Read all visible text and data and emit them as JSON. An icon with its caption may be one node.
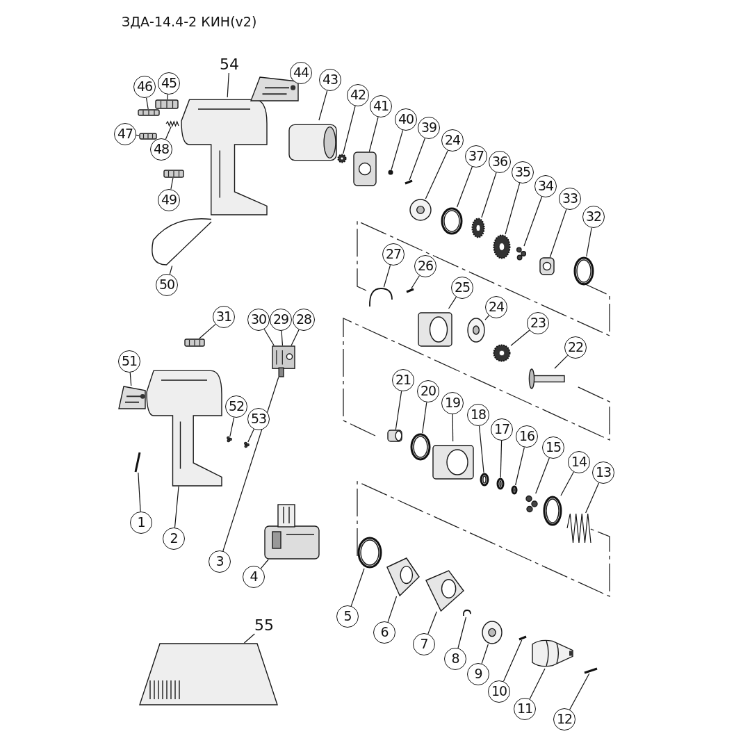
{
  "diagram": {
    "title": "ЗДА-14.4-2 КИН(v2)",
    "nodes": [
      {
        "text": [
          "54"
        ]
      },
      {
        "text": [],
        "shape": "picture"
      },
      {
        "text": [
          "44"
        ]
      },
      {
        "text": [],
        "shape": "picture"
      },
      {
        "text": [
          "46"
        ]
      },
      {
        "text": [],
        "shape": "picture"
      },
      {
        "text": [
          "45"
        ]
      },
      {
        "text": [],
        "shape": "picture"
      },
      {
        "text": [
          "43"
        ]
      },
      {
        "text": [],
        "shape": "picture"
      },
      {
        "text": [
          "42"
        ]
      },
      {
        "text": [],
        "shape": "picture"
      },
      {
        "text": [
          "41"
        ]
      },
      {
        "text": [],
        "shape": "picture"
      },
      {
        "text": [
          "40"
        ]
      },
      {
        "text": [],
        "shape": "picture"
      },
      {
        "text": [
          "39"
        ]
      },
      {
        "text": [],
        "shape": "picture"
      },
      {
        "text": [
          "47"
        ]
      },
      {
        "text": [],
        "shape": "picture"
      },
      {
        "text": [
          "48"
        ]
      },
      {
        "text": [],
        "shape": "picture"
      },
      {
        "text": [
          "24"
        ]
      },
      {
        "text": [],
        "shape": "picture"
      },
      {
        "text": [
          "37"
        ]
      },
      {
        "text": [],
        "shape": "picture"
      },
      {
        "text": [
          "49"
        ]
      },
      {
        "text": [],
        "shape": "picture"
      },
      {
        "text": [
          "36"
        ]
      },
      {
        "text": [],
        "shape": "picture"
      },
      {
        "text": [
          "35"
        ]
      },
      {
        "text": [],
        "shape": "picture"
      },
      {
        "text": [
          "34"
        ]
      },
      {
        "text": [],
        "shape": "picture"
      },
      {
        "text": [
          "33"
        ]
      },
      {
        "text": [],
        "shape": "picture"
      },
      {
        "text": [
          "32"
        ]
      },
      {
        "text": [],
        "shape": "picture"
      },
      {
        "text": [
          "27"
        ]
      },
      {
        "text": [],
        "shape": "picture"
      },
      {
        "text": [
          "26"
        ]
      },
      {
        "text": [],
        "shape": "picture"
      },
      {
        "text": [
          "50"
        ]
      },
      {
        "text": [],
        "shape": "picture"
      },
      {
        "text": [
          "25"
        ]
      },
      {
        "text": [],
        "shape": "picture"
      },
      {
        "text": [
          "24"
        ]
      },
      {
        "text": [],
        "shape": "picture"
      },
      {
        "text": [
          "31"
        ]
      },
      {
        "text": [],
        "shape": "picture"
      },
      {
        "text": [
          "30"
        ]
      },
      {
        "text": [],
        "shape": "picture"
      },
      {
        "text": [
          "29"
        ]
      },
      {
        "text": [
          "28"
        ]
      },
      {
        "text": [
          "23"
        ]
      },
      {
        "text": [],
        "shape": "picture"
      },
      {
        "text": [
          "22"
        ]
      },
      {
        "text": [],
        "shape": "picture"
      },
      {
        "text": [
          "51"
        ]
      },
      {
        "text": [],
        "shape": "picture"
      },
      {
        "text": [
          "21"
        ]
      },
      {
        "text": [],
        "shape": "picture"
      },
      {
        "text": [
          "20"
        ]
      },
      {
        "text": [],
        "shape": "picture"
      },
      {
        "text": [
          "19"
        ]
      },
      {
        "text": [],
        "shape": "picture"
      },
      {
        "text": [
          "18"
        ]
      },
      {
        "text": [],
        "shape": "picture"
      },
      {
        "text": [
          "17"
        ]
      },
      {
        "text": [],
        "shape": "picture"
      },
      {
        "text": [
          "16"
        ]
      },
      {
        "text": [],
        "shape": "picture"
      },
      {
        "text": [
          "15"
        ]
      },
      {
        "text": [],
        "shape": "picture"
      },
      {
        "text": [
          "14"
        ]
      },
      {
        "text": [],
        "shape": "picture"
      },
      {
        "text": [
          "52"
        ]
      },
      {
        "text": [],
        "shape": "picture"
      },
      {
        "text": [
          "53"
        ]
      },
      {
        "text": [],
        "shape": "picture"
      },
      {
        "text": [
          "13"
        ]
      },
      {
        "text": [],
        "shape": "picture"
      },
      {
        "text": [
          "1"
        ]
      },
      {
        "text": [],
        "shape": "picture"
      },
      {
        "text": [
          "2"
        ]
      },
      {
        "text": [],
        "shape": "picture"
      },
      {
        "text": [
          "3"
        ]
      },
      {
        "text": [
          "4"
        ]
      },
      {
        "text": [],
        "shape": "picture"
      },
      {
        "text": [
          "5"
        ]
      },
      {
        "text": [],
        "shape": "picture"
      },
      {
        "text": [
          "6"
        ]
      },
      {
        "text": [],
        "shape": "picture"
      },
      {
        "text": [
          "7"
        ]
      },
      {
        "text": [],
        "shape": "picture"
      },
      {
        "text": [
          "8"
        ]
      },
      {
        "text": [],
        "shape": "picture"
      },
      {
        "text": [
          "55"
        ]
      },
      {
        "text": [],
        "shape": "picture"
      },
      {
        "text": [
          "9"
        ]
      },
      {
        "text": [],
        "shape": "picture"
      },
      {
        "text": [
          "10"
        ]
      },
      {
        "text": [],
        "shape": "picture"
      },
      {
        "text": [
          "11"
        ]
      },
      {
        "text": [],
        "shape": "picture"
      },
      {
        "text": [
          "12"
        ]
      },
      {
        "text": [],
        "shape": "picture"
      }
    ],
    "edges": [
      {
        "from": 0,
        "to": 1,
        "arrow": "none"
      },
      {
        "from": 2,
        "to": 3,
        "arrow": "none"
      },
      {
        "from": 4,
        "to": 5,
        "arrow": "none"
      },
      {
        "from": 6,
        "to": 7,
        "arrow": "none"
      },
      {
        "from": 8,
        "to": 9,
        "arrow": "none"
      },
      {
        "from": 10,
        "to": 11,
        "arrow": "none"
      },
      {
        "from": 12,
        "to": 13,
        "arrow": "none"
      },
      {
        "from": 14,
        "to": 15,
        "arrow": "none"
      },
      {
        "from": 16,
        "to": 17,
        "arrow": "none"
      },
      {
        "from": 18,
        "to": 19,
        "arrow": "none"
      },
      {
        "from": 20,
        "to": 21,
        "arrow": "none"
      },
      {
        "from": 22,
        "to": 23,
        "arrow": "none"
      },
      {
        "from": 24,
        "to": 25,
        "arrow": "none"
      },
      {
        "from": 26,
        "to": 27,
        "arrow": "none"
      },
      {
        "from": 28,
        "to": 29,
        "arrow": "none"
      },
      {
        "from": 30,
        "to": 31,
        "arrow": "none"
      },
      {
        "from": 32,
        "to": 33,
        "arrow": "none"
      },
      {
        "from": 34,
        "to": 35,
        "arrow": "none"
      },
      {
        "from": 36,
        "to": 37,
        "arrow": "none"
      },
      {
        "from": 38,
        "to": 39,
        "arrow": "none"
      },
      {
        "from": 40,
        "to": 41,
        "arrow": "none"
      },
      {
        "from": 42,
        "to": 43,
        "arrow": "none"
      },
      {
        "from": 44,
        "to": 45,
        "arrow": "none"
      },
      {
        "from": 46,
        "to": 47,
        "arrow": "none"
      },
      {
        "from": 48,
        "to": 49,
        "arrow": "none"
      },
      {
        "from": 50,
        "to": 51,
        "arrow": "none"
      },
      {
        "from": 52,
        "to": 51,
        "arrow": "none"
      },
      {
        "from": 53,
        "to": 51,
        "arrow": "none"
      },
      {
        "from": 54,
        "to": 55,
        "arrow": "none"
      },
      {
        "from": 56,
        "to": 57,
        "arrow": "none"
      },
      {
        "from": 58,
        "to": 59,
        "arrow": "none"
      },
      {
        "from": 60,
        "to": 61,
        "arrow": "none"
      },
      {
        "from": 62,
        "to": 63,
        "arrow": "none"
      },
      {
        "from": 64,
        "to": 65,
        "arrow": "none"
      },
      {
        "from": 66,
        "to": 67,
        "arrow": "none"
      },
      {
        "from": 68,
        "to": 69,
        "arrow": "none"
      },
      {
        "from": 70,
        "to": 71,
        "arrow": "none"
      },
      {
        "from": 72,
        "to": 73,
        "arrow": "none"
      },
      {
        "from": 74,
        "to": 75,
        "arrow": "none"
      },
      {
        "from": 76,
        "to": 77,
        "arrow": "none"
      },
      {
        "from": 78,
        "to": 79,
        "arrow": "none"
      },
      {
        "from": 80,
        "to": 81,
        "arrow": "none"
      },
      {
        "from": 82,
        "to": 83,
        "arrow": "none"
      },
      {
        "from": 84,
        "to": 85,
        "arrow": "none"
      },
      {
        "from": 86,
        "to": 51,
        "arrow": "none"
      },
      {
        "from": 87,
        "to": 88,
        "arrow": "none"
      },
      {
        "from": 89,
        "to": 90,
        "arrow": "none"
      },
      {
        "from": 91,
        "to": 92,
        "arrow": "none"
      },
      {
        "from": 93,
        "to": 94,
        "arrow": "none"
      },
      {
        "from": 95,
        "to": 96,
        "arrow": "none"
      },
      {
        "from": 97,
        "to": 98,
        "arrow": "none"
      },
      {
        "from": 99,
        "to": 100,
        "arrow": "none"
      },
      {
        "from": 101,
        "to": 102,
        "arrow": "none"
      },
      {
        "from": 103,
        "to": 104,
        "arrow": "none"
      },
      {
        "from": 105,
        "to": 106,
        "arrow": "none"
      }
    ]
  }
}
